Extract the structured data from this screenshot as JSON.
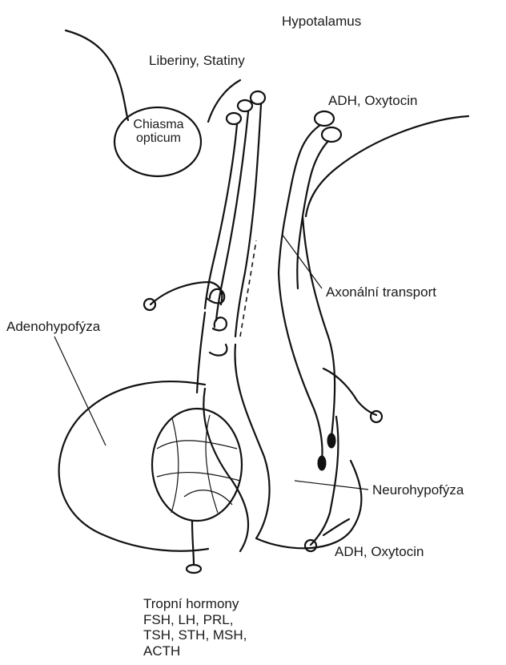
{
  "labels": {
    "hypothalamus": "Hypotalamus",
    "liberins": "Liberiny, Statiny",
    "chiasma_line1": "Chiasma",
    "chiasma_line2": "opticum",
    "adh_top": "ADH, Oxytocin",
    "axonal_transport": "Axonální transport",
    "adenohypophysis": "Adenohypofýza",
    "neurohypophysis": "Neurohypofýza",
    "adh_bottom": "ADH, Oxytocin",
    "tropic_line1": "Tropní hormony",
    "tropic_line2": "FSH, LH, PRL,",
    "tropic_line3": "TSH, STH, MSH,",
    "tropic_line4": "ACTH"
  },
  "colors": {
    "ink": "#111111",
    "background": "#ffffff"
  }
}
